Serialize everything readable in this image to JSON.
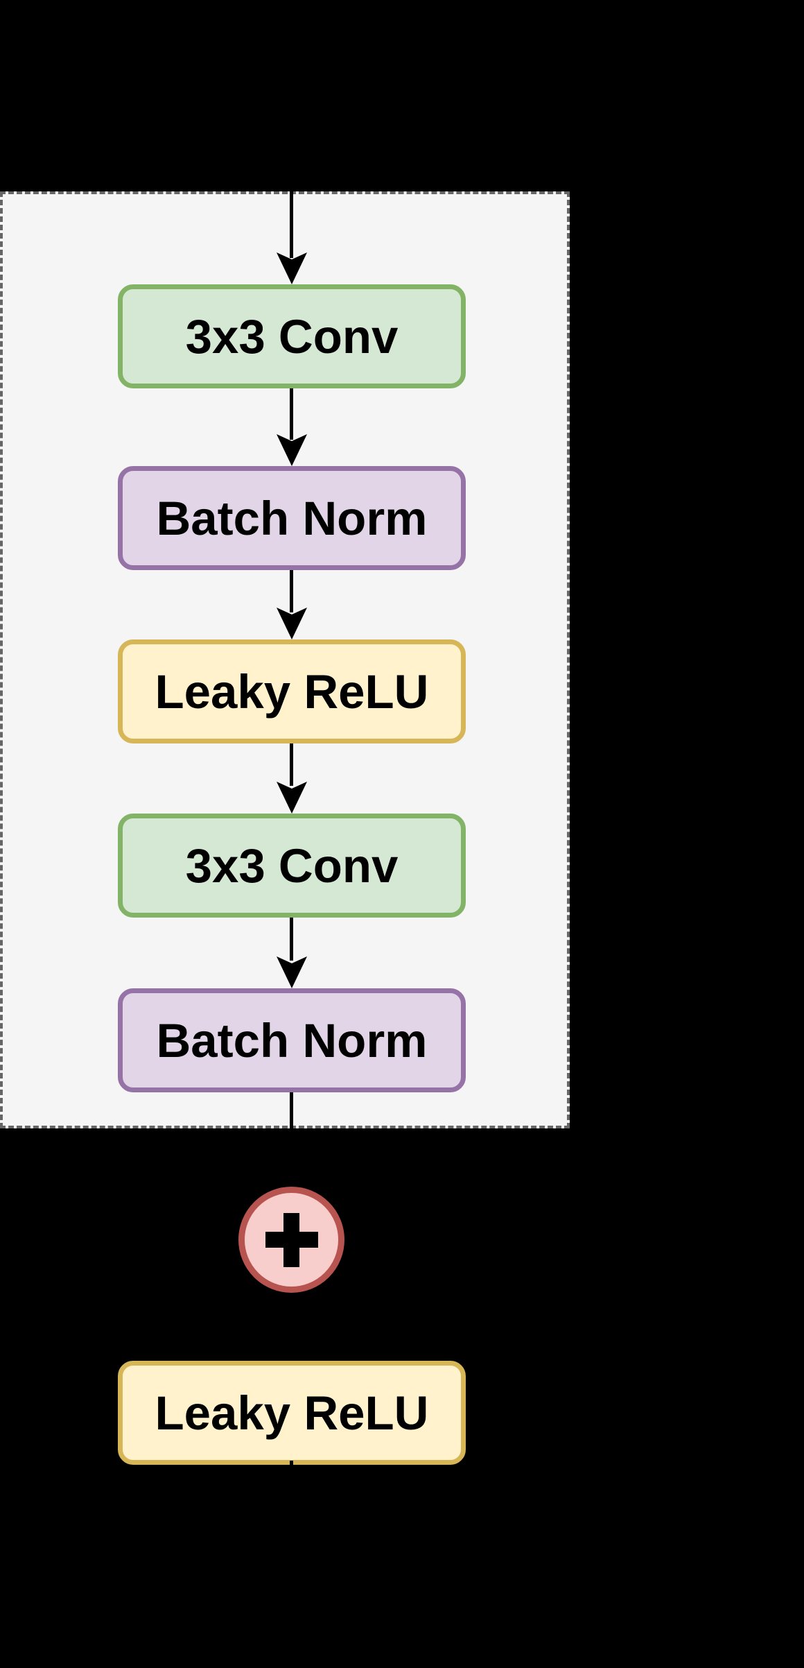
{
  "page": {
    "background": "#000000"
  },
  "diagram": {
    "type": "neural-network-residual-block",
    "block_container": {
      "background": "#f5f5f5",
      "border_color": "#666666",
      "border_style": "dashed"
    },
    "nodes": [
      {
        "label": "3x3 Conv",
        "kind": "conv",
        "fill": "#d5e8d4",
        "border_color": "#82b366"
      },
      {
        "label": "Batch Norm",
        "kind": "batch-norm",
        "fill": "#e1d5e7",
        "border_color": "#9673a6"
      },
      {
        "label": "Leaky ReLU",
        "kind": "activation",
        "fill": "#fff2cc",
        "border_color": "#d6b656"
      },
      {
        "label": "3x3 Conv",
        "kind": "conv",
        "fill": "#d5e8d4",
        "border_color": "#82b366"
      },
      {
        "label": "Batch Norm",
        "kind": "batch-norm",
        "fill": "#e1d5e7",
        "border_color": "#9673a6"
      }
    ],
    "add_junction": {
      "icon": "plus-icon",
      "fill": "#f8cecc",
      "border_color": "#b85450",
      "symbol_color": "#000000"
    },
    "output_node": {
      "label": "Leaky ReLU",
      "kind": "activation",
      "fill": "#fff2cc",
      "border_color": "#d6b656"
    },
    "connectors": {
      "color": "#000000",
      "direction": "down"
    }
  }
}
